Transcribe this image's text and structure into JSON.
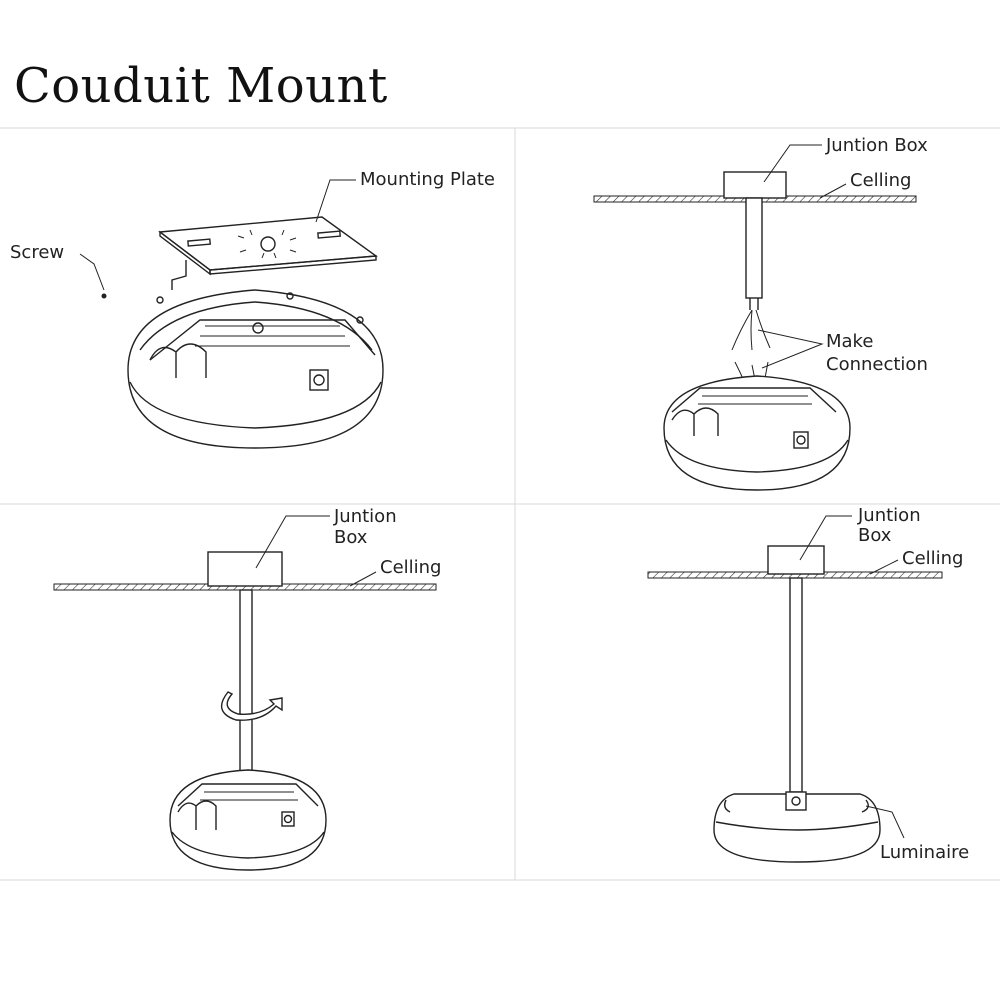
{
  "title": "Couduit Mount",
  "panels": {
    "top_left": {
      "mounting_plate_label": "Mounting Plate",
      "screw_label": "Screw"
    },
    "top_right": {
      "junction_box_label": "Juntion Box",
      "ceiling_label": "Celling",
      "connection_line1": "Make",
      "connection_line2": "Connection"
    },
    "bottom_left": {
      "junction_box_line1": "Juntion",
      "junction_box_line2": "Box",
      "ceiling_label": "Celling"
    },
    "bottom_right": {
      "junction_box_line1": "Juntion",
      "junction_box_line2": "Box",
      "ceiling_label": "Celling",
      "luminaire_label": "Luminaire"
    }
  }
}
